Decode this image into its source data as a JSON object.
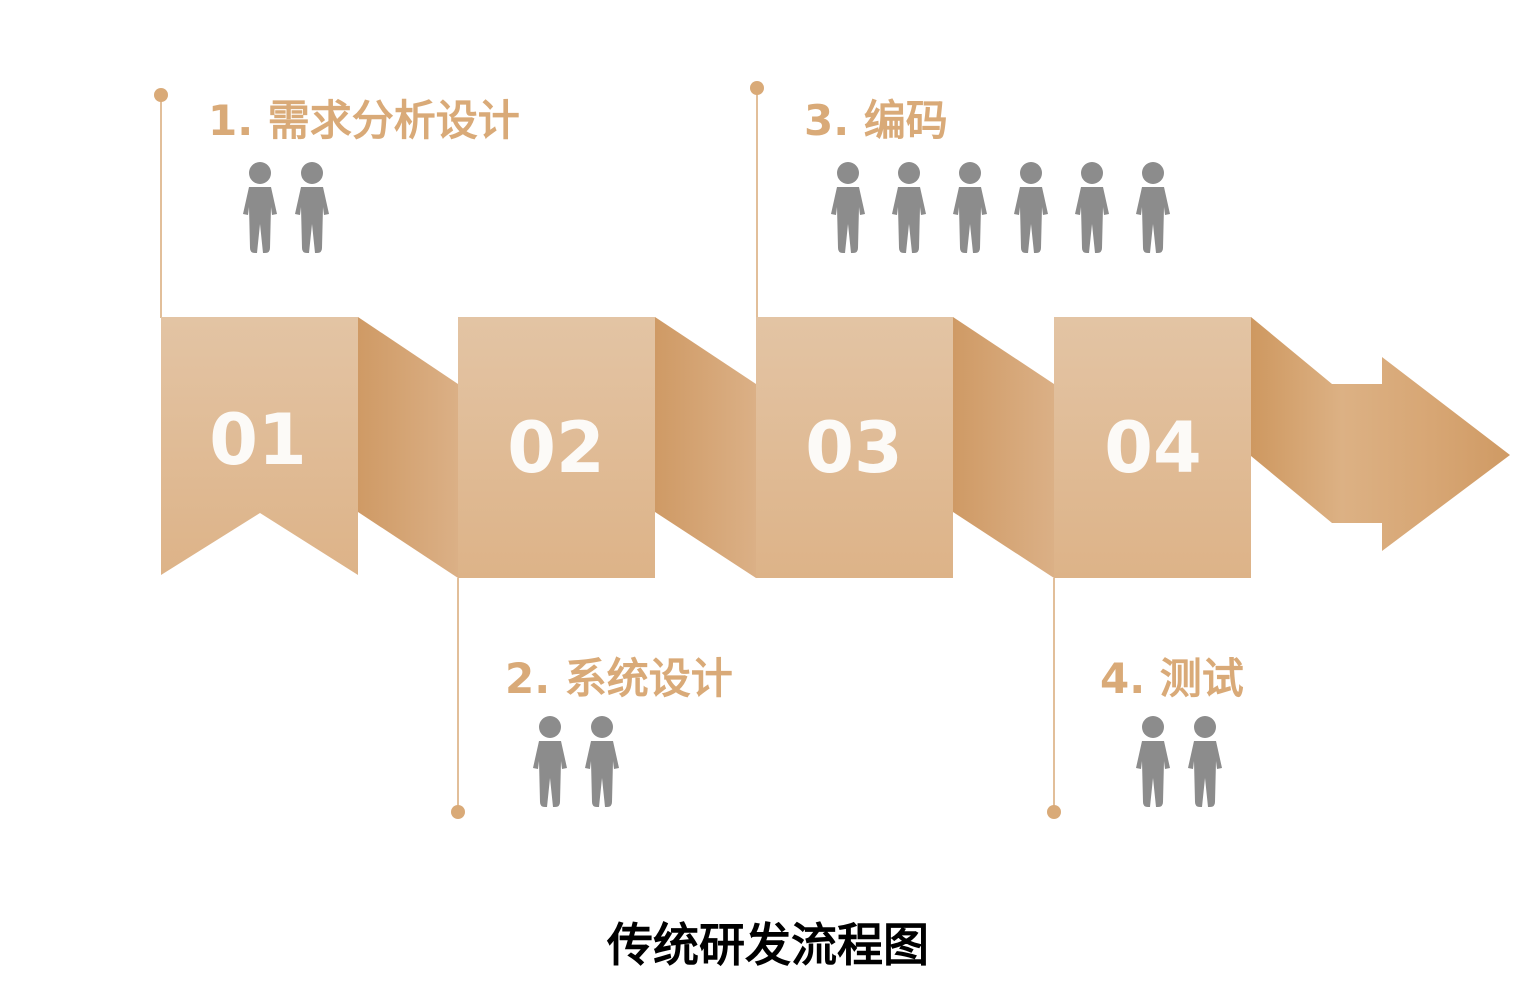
{
  "title": "传统研发流程图",
  "steps": [
    {
      "number": "01",
      "label": "1. 需求分析设计",
      "people": 2,
      "position": "top"
    },
    {
      "number": "02",
      "label": "2. 系统设计",
      "people": 2,
      "position": "bottom"
    },
    {
      "number": "03",
      "label": "3. 编码",
      "people": 6,
      "position": "top"
    },
    {
      "number": "04",
      "label": "4. 测试",
      "people": 2,
      "position": "bottom"
    }
  ],
  "icons": {
    "person": "person-icon"
  },
  "colors": {
    "accent": "#d9aa78",
    "block_light": "#e3c3a2",
    "block_dark": "#d09a66",
    "person": "#8c8c8c",
    "caption": "#000000"
  }
}
